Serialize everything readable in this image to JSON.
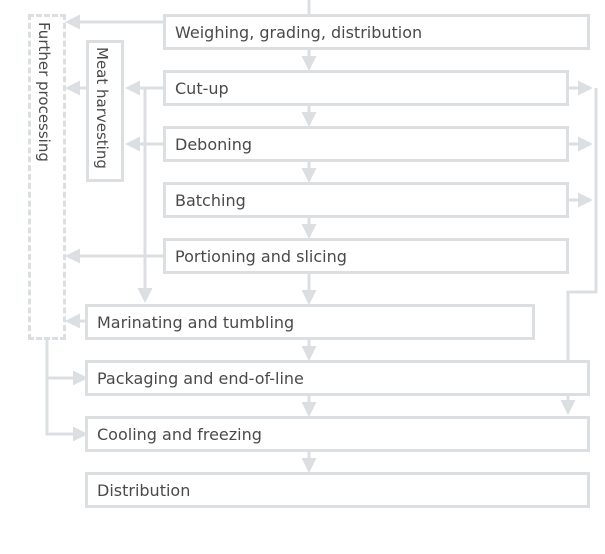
{
  "steps": {
    "weighing": "Weighing, grading, distribution",
    "cutup": "Cut-up",
    "deboning": "Deboning",
    "batching": "Batching",
    "portioning": "Portioning and slicing",
    "marinating": "Marinating and tumbling",
    "packaging": "Packaging and end-of-line",
    "cooling": "Cooling and freezing",
    "distribution": "Distribution"
  },
  "side": {
    "further_processing": "Further processing",
    "meat_harvesting": "Meat harvesting"
  },
  "colors": {
    "line": "#dcdfe1",
    "text": "#4a4a4a"
  }
}
